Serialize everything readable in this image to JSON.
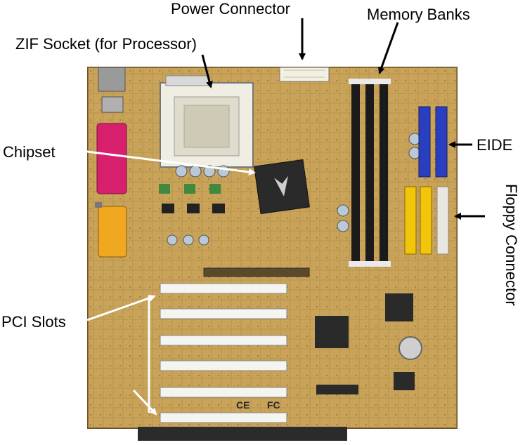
{
  "labels": {
    "power_connector": "Power Connector",
    "memory_banks": "Memory Banks",
    "zif_socket": "ZIF Socket (for Processor)",
    "chipset": "Chipset",
    "eide": "EIDE",
    "floppy_connector": "Floppy Connector",
    "pci_slots": "PCI Slots"
  },
  "board_logos": {
    "fcc_mark": "FC",
    "ce_mark": "CE"
  },
  "colors": {
    "pcb": "#c8a45a",
    "pcb_dark": "#8a6a2e",
    "eide_connector": "#2a3fc0",
    "floppy_connector": "#e8e8e0",
    "ide_yellow": "#f2c40a",
    "parallel_port": "#d81f6e",
    "serial_port": "#f0a820",
    "memory_slot": "#1b1b1b",
    "chip": "#2a2a2a",
    "arrow": "#000000"
  }
}
